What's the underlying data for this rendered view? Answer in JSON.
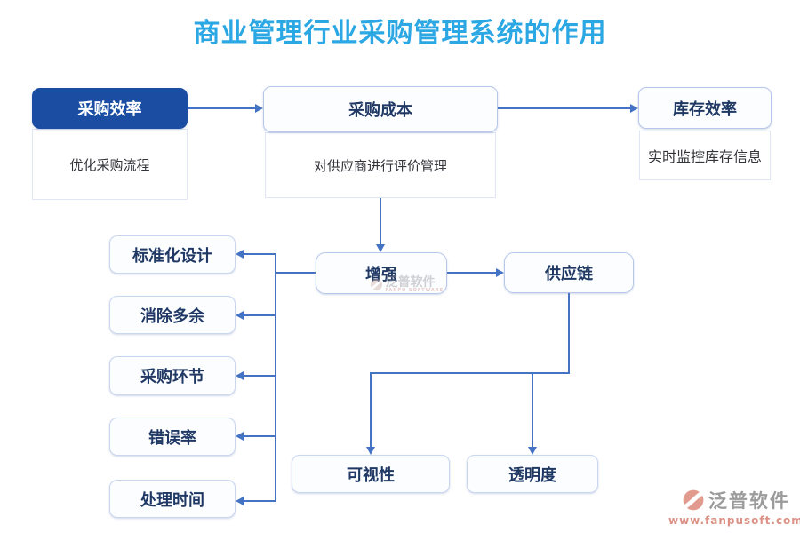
{
  "title": "商业管理行业采购管理系统的作用",
  "top_row": [
    {
      "header": "采购效率",
      "body": "优化采购流程"
    },
    {
      "header": "采购成本",
      "body": "对供应商进行评价管理"
    },
    {
      "header": "库存效率",
      "body": "实时监控库存信息"
    }
  ],
  "center": {
    "enhance": "增强",
    "supply_chain": "供应链"
  },
  "left_items": [
    "标准化设计",
    "消除多余",
    "采购环节",
    "错误率",
    "处理时间"
  ],
  "bottom_items": [
    "可视性",
    "透明度"
  ],
  "watermark": {
    "text": "泛普软件",
    "subtext": "FANPU SOFTWARE"
  },
  "logo": {
    "name": "泛普软件",
    "url": "www.fanpusoft.com"
  },
  "colors": {
    "title": "#2BA7E3",
    "primary_header": "#1B4EA3",
    "connector": "#4573C4",
    "node_text": "#1F3864",
    "node_border": "#B7C7EA",
    "logo_accent": "#DD9186"
  }
}
